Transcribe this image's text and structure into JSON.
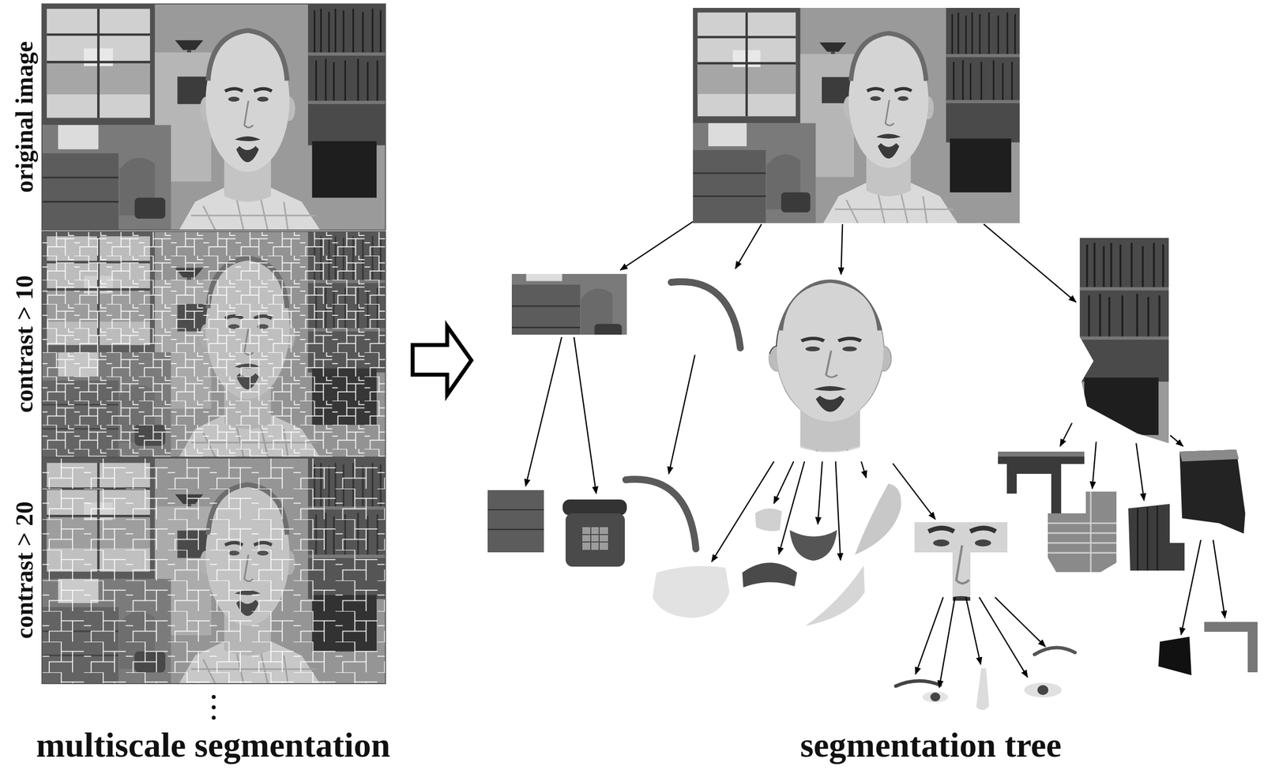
{
  "diagram": {
    "labels": [
      "original image",
      "contrast > 10",
      "contrast > 20",
      "multiscale segmentation",
      "segmentation tree"
    ]
  }
}
